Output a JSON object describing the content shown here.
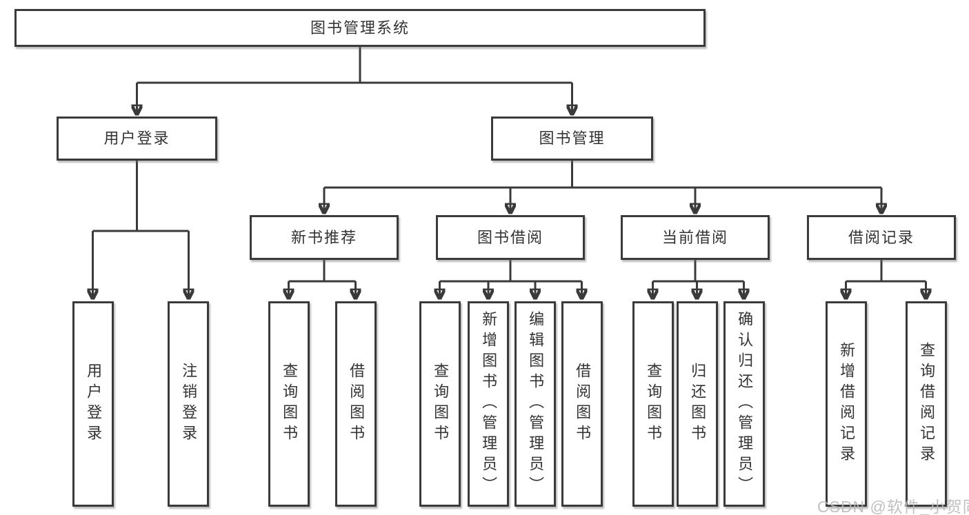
{
  "diagram": {
    "root": {
      "label": "图书管理系统"
    },
    "level2": {
      "user_login": {
        "label": "用户登录"
      },
      "book_management": {
        "label": "图书管理"
      }
    },
    "level3": {
      "new_book_recommend": {
        "label": "新书推荐"
      },
      "book_borrowing": {
        "label": "图书借阅"
      },
      "current_borrowing": {
        "label": "当前借阅"
      },
      "borrowing_records": {
        "label": "借阅记录"
      }
    },
    "leaves": {
      "user_login": {
        "label": "用户登录"
      },
      "logout": {
        "label": "注销登录"
      },
      "recommend_query_books": {
        "label": "查询图书"
      },
      "recommend_borrow_books": {
        "label": "借阅图书"
      },
      "borrow_query_books": {
        "label": "查询图书"
      },
      "borrow_add_books": {
        "label": "新增图书（管理员）"
      },
      "borrow_edit_books": {
        "label": "编辑图书（管理员）"
      },
      "borrow_borrow_books": {
        "label": "借阅图书"
      },
      "current_query_books": {
        "label": "查询图书"
      },
      "current_return_books": {
        "label": "归还图书"
      },
      "current_confirm_return": {
        "label": "确认归还（管理员）"
      },
      "records_add_record": {
        "label": "新增借阅记录"
      },
      "records_query_record": {
        "label": "查询借阅记录"
      }
    }
  },
  "watermark": {
    "text": "CSDN @软件_小贺同学"
  },
  "colors": {
    "line": "#3a3a3a",
    "box_border": "#3a3a3a",
    "text": "#333333",
    "watermark": "#b9b9b9",
    "background": "#ffffff"
  }
}
